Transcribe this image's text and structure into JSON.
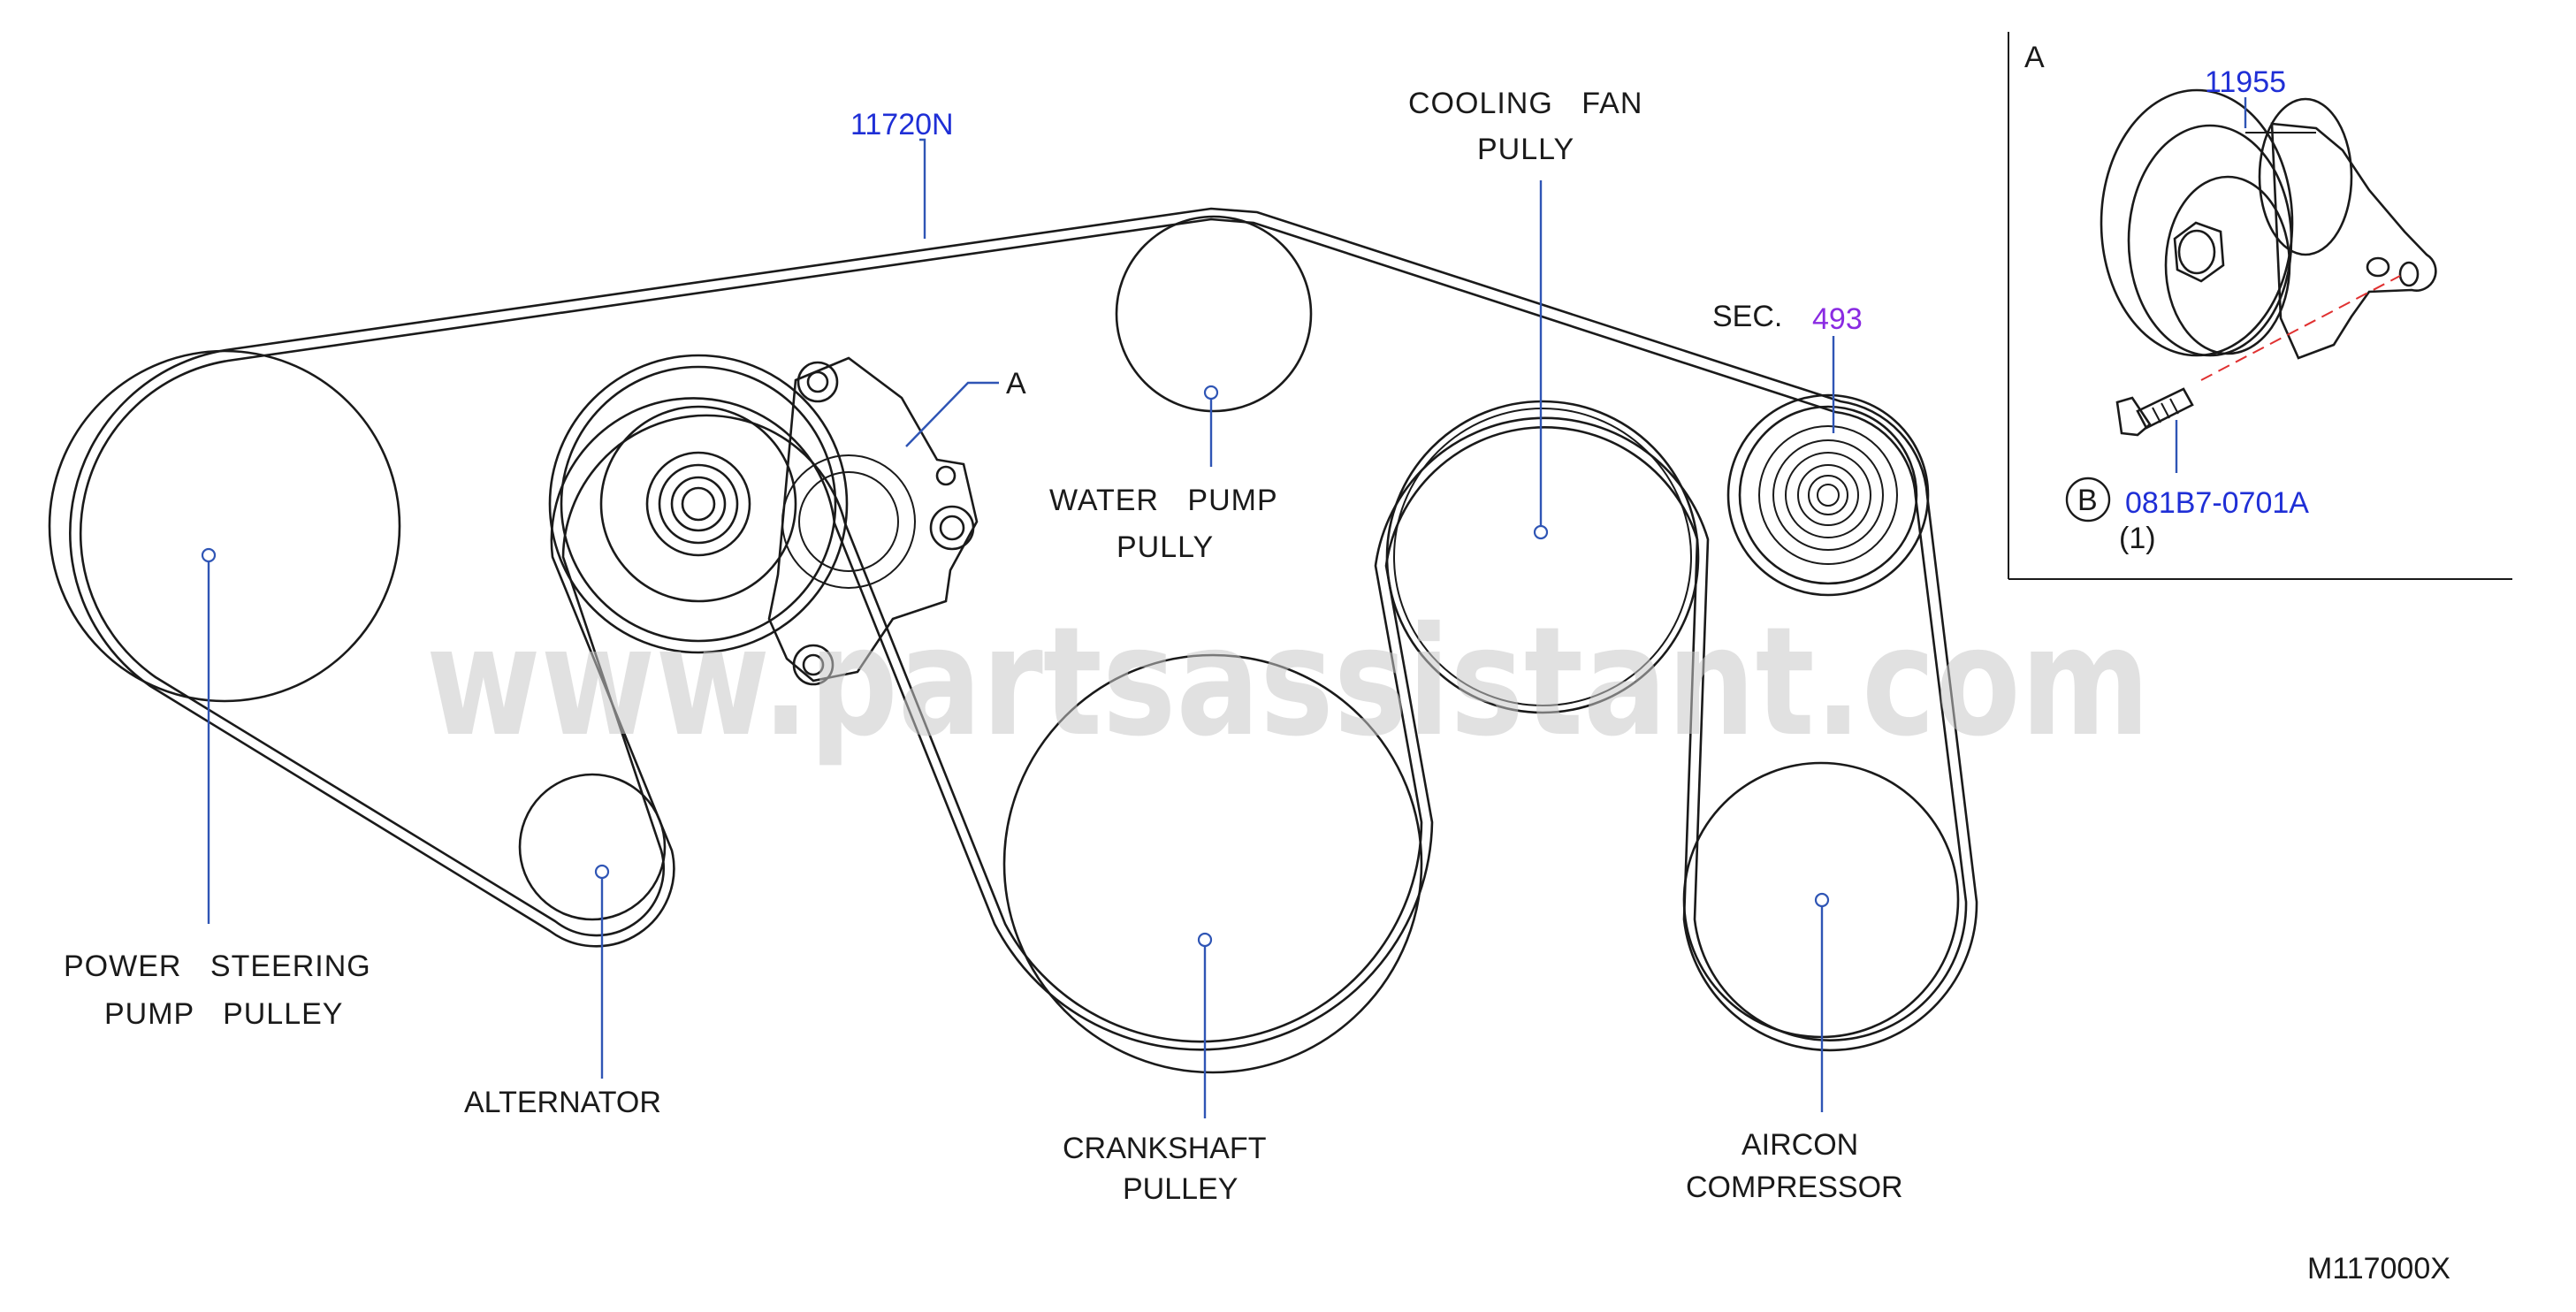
{
  "part_numbers": {
    "belt": "11720N",
    "tensioner": "11955",
    "bolt": "081B7-0701A",
    "bolt_qty": "(1)",
    "section_prefix": "SEC.",
    "section_number": "493"
  },
  "labels": {
    "cooling_fan_line1": "COOLING  FAN",
    "cooling_fan_line2": "PULLY",
    "water_pump_line1": "WATER  PUMP",
    "water_pump_line2": "PULLY",
    "power_steering_line1": "POWER  STEERING",
    "power_steering_line2": "PUMP  PULLEY",
    "alternator": "ALTERNATOR",
    "crankshaft_line1": "CRANKSHAFT",
    "crankshaft_line2": "PULLEY",
    "aircon_line1": "AIRCON",
    "aircon_line2": "COMPRESSOR"
  },
  "callouts": {
    "view_ref": "A",
    "inset_ref": "A",
    "bolt_ref": "B"
  },
  "drawing_code": "M117000X",
  "watermark": "www.partsassistant.com",
  "colors": {
    "line": "#1a1a1a",
    "leader": "#2f55b5",
    "part_number": "#1f2fd6",
    "section_number": "#8a2be2",
    "bolt_axis": "#e03030",
    "watermark": "#c8c8c8"
  }
}
